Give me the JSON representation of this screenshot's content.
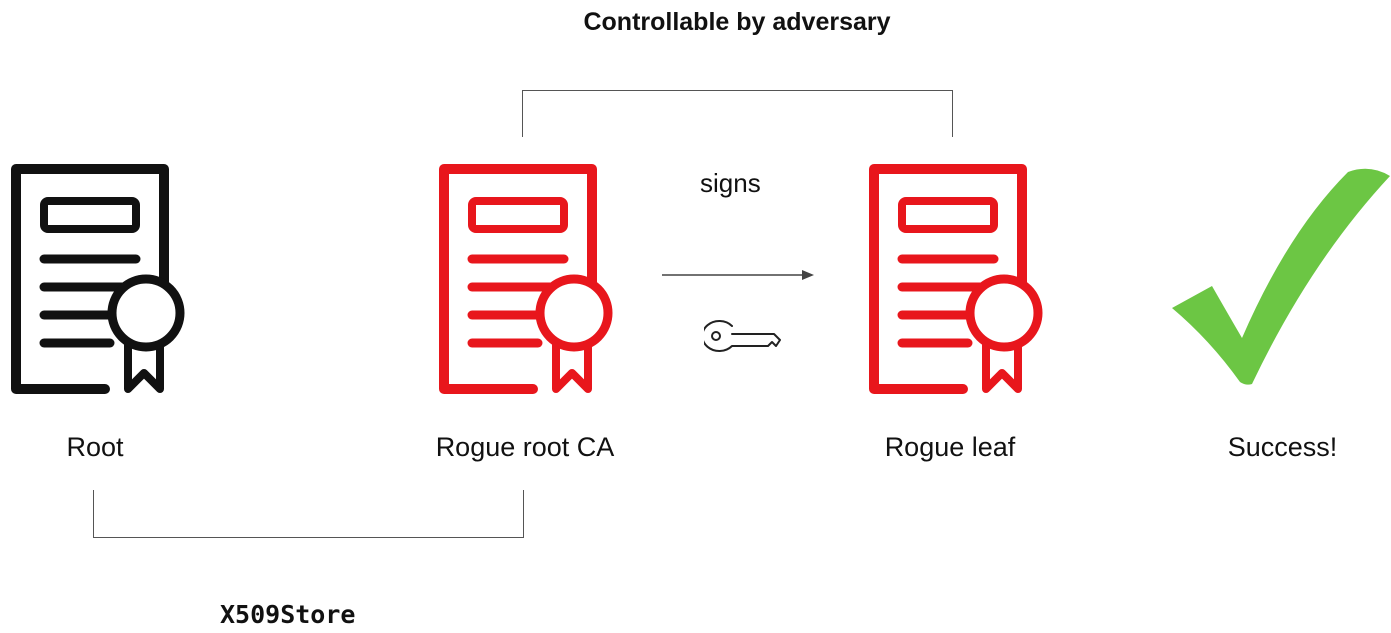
{
  "header": {
    "title": "Controllable by adversary"
  },
  "certificates": [
    {
      "label": "Root",
      "color": "#111111",
      "icon": "certificate-icon"
    },
    {
      "label": "Rogue root CA",
      "color": "#e8161c",
      "icon": "certificate-icon"
    },
    {
      "label": "Rogue leaf",
      "color": "#e8161c",
      "icon": "certificate-icon"
    }
  ],
  "edge": {
    "label": "signs",
    "icon": "key-icon"
  },
  "result": {
    "label": "Success!",
    "icon": "checkmark-icon",
    "color": "#6cc644"
  },
  "store": {
    "label": "X509Store"
  }
}
